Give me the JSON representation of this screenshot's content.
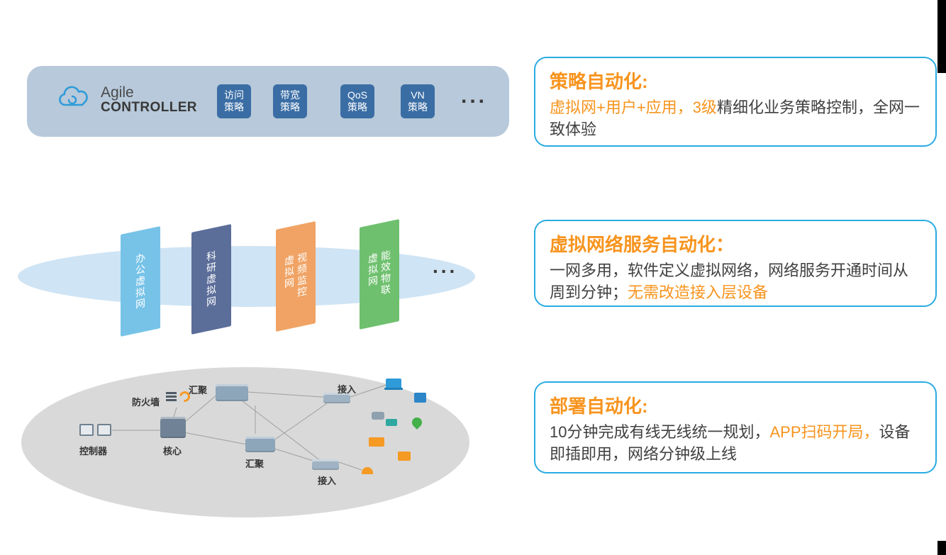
{
  "colors": {
    "accent_orange": "#f7941e",
    "callout_border": "#29abe2",
    "bar_bg": "#b7c9da",
    "tile_bg": "#3a6da4",
    "mid_ellipse": "#cfe4f4",
    "bottom_ellipse": "#d9d9d9",
    "logo_blue": "#2f9bd8",
    "text_dark": "#404040"
  },
  "controller_bar": {
    "brand_line1": "Agile",
    "brand_line2": "CONTROLLER",
    "tile_color": "#3a6da4",
    "policies": [
      {
        "line1": "访问",
        "line2": "策略"
      },
      {
        "line1": "带宽",
        "line2": "策略"
      },
      {
        "line1": "QoS",
        "line2": "策略"
      },
      {
        "line1": "VN",
        "line2": "策略"
      }
    ],
    "ellipsis": "..."
  },
  "virtual_layer": {
    "planes": [
      {
        "col1": "办公虚拟网",
        "col2": "",
        "color": "#77c3e8"
      },
      {
        "col1": "科研虚拟网",
        "col2": "",
        "color": "#5b6d99"
      },
      {
        "col1": "视频监控",
        "col2": "虚拟网",
        "color": "#f0a364"
      },
      {
        "col1": "能效物联",
        "col2": "虚拟网",
        "color": "#6ec06e"
      }
    ],
    "ellipsis": "..."
  },
  "topology": {
    "labels": {
      "controller": "控制器",
      "core": "核心",
      "firewall": "防火墙",
      "aggregation1": "汇聚",
      "aggregation2": "汇聚",
      "access1": "接入",
      "access2": "接入"
    }
  },
  "callouts": [
    {
      "title": "策略自动化:",
      "segments": [
        {
          "text": "虚拟网+用户+应用，3级",
          "color": "orange"
        },
        {
          "text": "精细化业务策略控制，全网一致体验",
          "color": "dark"
        }
      ]
    },
    {
      "title": "虚拟网络服务自动化：",
      "segments": [
        {
          "text": "一网多用，软件定义虚拟网络，网络服务开通时间从周到分钟；",
          "color": "dark"
        },
        {
          "text": "无需改造接入层设备",
          "color": "orange"
        }
      ]
    },
    {
      "title": "部署自动化:",
      "segments": [
        {
          "text": "10分钟完成有线无线统一规划，",
          "color": "dark"
        },
        {
          "text": "APP扫码开局，",
          "color": "orange"
        },
        {
          "text": "设备即插即用，网络分钟级上线",
          "color": "dark"
        }
      ]
    }
  ]
}
